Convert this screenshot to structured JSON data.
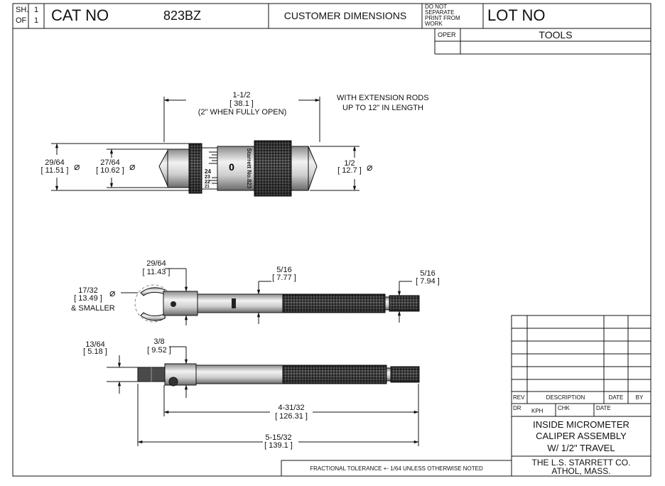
{
  "title_block": {
    "sheet_label": "SH.",
    "sheet_num": "1",
    "of_label": "OF",
    "of_num": "1",
    "cat_label": "CAT NO",
    "cat_value": "823BZ",
    "customer_dimensions": "CUSTOMER DIMENSIONS",
    "do_not_separate": [
      "DO NOT",
      "SEPARATE",
      "PRINT FROM",
      "WORK"
    ],
    "lot_label": "LOT NO",
    "oper_label": "OPER",
    "tools_label": "TOOLS"
  },
  "top_view": {
    "length_frac": "1-1/2",
    "length_mm": "[ 38.1 ]",
    "fully_open": "(2\" WHEN FULLY OPEN)",
    "extension_note": [
      "WITH EXTENSION RODS",
      "UP TO 12\" IN LENGTH"
    ],
    "left_outer_frac": "29/64",
    "left_outer_mm": "[ 11.51 ]",
    "left_inner_frac": "27/64",
    "left_inner_mm": "[ 10.62 ]",
    "right_frac": "1/2",
    "right_mm": "[ 12.7 ]",
    "diameter_symbol": "⌀",
    "thimble_numbers": [
      "24",
      "23",
      "22",
      "21"
    ]
  },
  "middle_view": {
    "jaw_frac": "29/64",
    "jaw_mm": "[ 11.43 ]",
    "shaft_frac": "5/16",
    "shaft_mm": "[ 7.77 ]",
    "tip_frac": "5/16",
    "tip_mm": "[ 7.94 ]",
    "cap_frac": "17/32",
    "cap_mm": "[ 13.49 ]",
    "cap_note": "& SMALLER",
    "diameter_symbol": "⌀"
  },
  "bottom_view": {
    "blade_frac": "13/64",
    "blade_mm": "[ 5.18 ]",
    "head_frac": "3/8",
    "head_mm": "[ 9.52 ]",
    "mid_len_frac": "4-31/32",
    "mid_len_mm": "[ 126.31 ]",
    "total_frac": "5-15/32",
    "total_mm": "[ 139.1 ]"
  },
  "revision_block": {
    "rev": "REV",
    "description": "DESCRIPTION",
    "date": "DATE",
    "by": "BY",
    "dr": "DR",
    "dr_value": "KPH",
    "chk": "CHK",
    "date2": "DATE"
  },
  "part_title": [
    "INSIDE MICROMETER",
    "CALIPER ASSEMBLY",
    "W/ 1/2\" TRAVEL"
  ],
  "company": [
    "THE L.S. STARRETT CO.",
    "ATHOL, MASS."
  ],
  "tolerance": "FRACTIONAL TOLERANCE  +- 1/64 UNLESS OTHERWISE NOTED"
}
